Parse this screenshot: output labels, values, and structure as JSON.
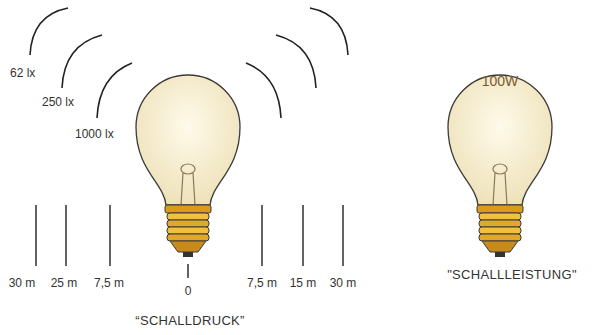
{
  "diagram": {
    "nodes": [
      {
        "text": [
          "100W"
        ]
      }
    ],
    "labels": [
      "62 lx",
      "250 lx",
      "1000 lx",
      "30 m",
      "25 m",
      "7,5 m",
      "0",
      "7,5 m",
      "15 m",
      "30 m",
      "“SCHALLDRUCK”",
      "\"SCHALLLEISTUNG\""
    ]
  }
}
